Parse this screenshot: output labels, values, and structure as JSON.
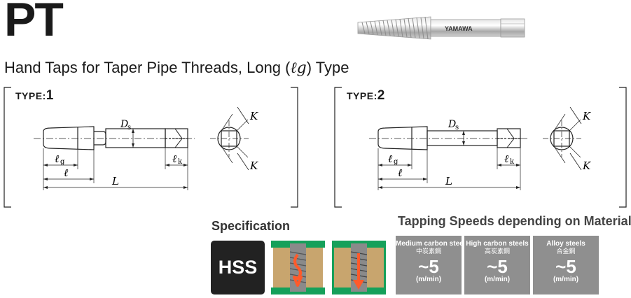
{
  "header": {
    "code": "PT",
    "subtitle_before": "Hand Taps for Taper Pipe Threads, Long (",
    "subtitle_symbol": "ℓg",
    "subtitle_after": ") Type",
    "brand_on_tap": "YAMAWA"
  },
  "diagrams": [
    {
      "type_prefix": "TYPE:",
      "type_number": "1",
      "labels": {
        "ds": "D",
        "ds_sub": "s",
        "lg": "ℓ",
        "lg_sub": "g",
        "l": "ℓ",
        "lk": "ℓ",
        "lk_sub": "k",
        "L": "L",
        "K_top": "K",
        "K_bottom": "K"
      }
    },
    {
      "type_prefix": "TYPE:",
      "type_number": "2",
      "labels": {
        "ds": "D",
        "ds_sub": "s",
        "lg": "ℓ",
        "lg_sub": "g",
        "l": "ℓ",
        "lk": "ℓ",
        "lk_sub": "k",
        "L": "L",
        "K_top": "K",
        "K_bottom": "K"
      }
    }
  ],
  "specification": {
    "title": "Specification",
    "material_badge": "HSS",
    "hole_icons": [
      "through-hole-icon",
      "blind-hole-icon"
    ]
  },
  "tapping_speeds": {
    "title": "Tapping Speeds depending on Materials",
    "cards": [
      {
        "material": "Medium carbon steels",
        "material_jp": "中炭素鋼",
        "value": "~5",
        "unit": "(m/min)"
      },
      {
        "material": "High carbon steels",
        "material_jp": "高炭素鋼",
        "value": "~5",
        "unit": "(m/min)"
      },
      {
        "material": "Alloy steels",
        "material_jp": "合金鋼",
        "value": "~5",
        "unit": "(m/min)"
      }
    ]
  },
  "colors": {
    "hole_green": "#15a05a",
    "hole_brown": "#c8a56e",
    "speed_card": "#8f8f8f",
    "hss_bg": "#222222"
  }
}
